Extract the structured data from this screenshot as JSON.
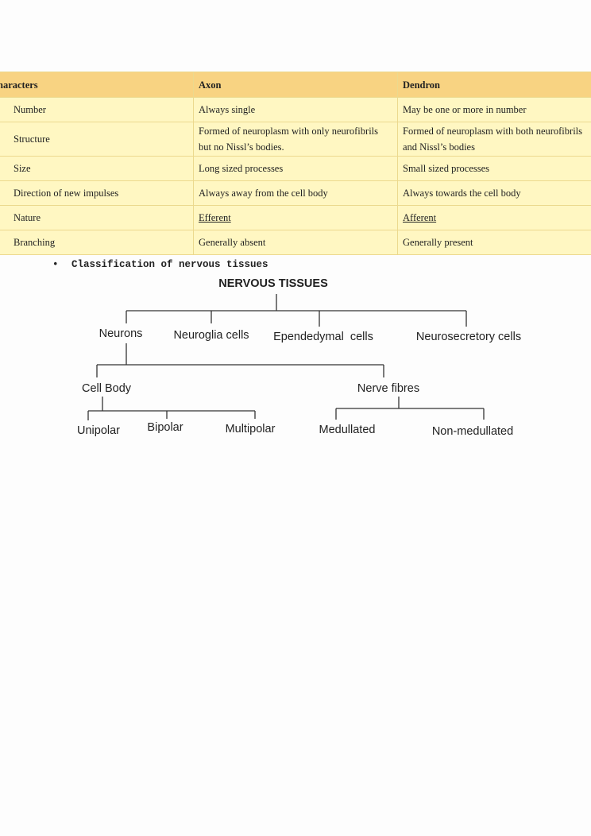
{
  "table": {
    "headers": [
      "haracters",
      "Axon",
      "Dendron"
    ],
    "rows": [
      {
        "characteristic": "Number",
        "axon": "Always single",
        "dendron": "May be one or more in number"
      },
      {
        "characteristic": "Structure",
        "axon_line1": "Formed of neuroplasm with only neurofibrils",
        "axon_line2": "but no Nissl’s bodies.",
        "dendron_line1": "Formed of neuroplasm with both neurofibrils",
        "dendron_line2": "and Nissl’s bodies"
      },
      {
        "characteristic": "Size",
        "axon": "Long sized processes",
        "dendron": "Small sized processes"
      },
      {
        "characteristic": "Direction of new impulses",
        "axon": "Always away from the cell body",
        "dendron": "Always towards the cell body"
      },
      {
        "characteristic": "Nature",
        "axon": "Efferent",
        "dendron": "Afferent"
      },
      {
        "characteristic": "Branching",
        "axon": "Generally absent",
        "dendron": "Generally present"
      }
    ]
  },
  "bullet": {
    "marker": "•",
    "text": "Classification of nervous tissues"
  },
  "diagram": {
    "root": "NERVOUS TISSUES",
    "level1": [
      "Neurons",
      "Neuroglia cells",
      "Ependedymal  cells",
      "Neurosecretory cells"
    ],
    "neuron_children": [
      "Cell Body",
      "Nerve fibres"
    ],
    "cell_body_children": [
      "Unipolar",
      "Bipolar",
      "Multipolar"
    ],
    "nerve_fibre_children": [
      "Medullated",
      "Non-medullated"
    ]
  }
}
